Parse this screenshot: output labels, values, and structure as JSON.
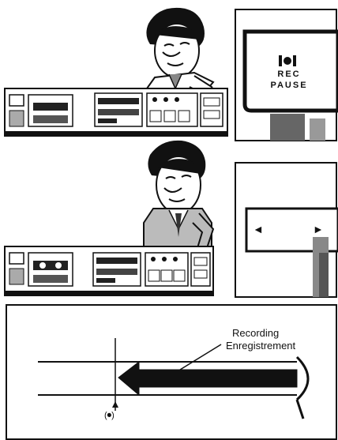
{
  "panel1": {
    "display_icon": "record-pause-icon",
    "display_line1": "REC",
    "display_line2": "PAUSE"
  },
  "panel2": {
    "left_arrow": "◄",
    "right_arrow": "►"
  },
  "tape_diagram": {
    "label_en": "Recording",
    "label_fr": "Enregistrement",
    "marker_label": "(⏺)"
  },
  "colors": {
    "ink": "#111111",
    "paper": "#ffffff",
    "shade": "#777777"
  }
}
